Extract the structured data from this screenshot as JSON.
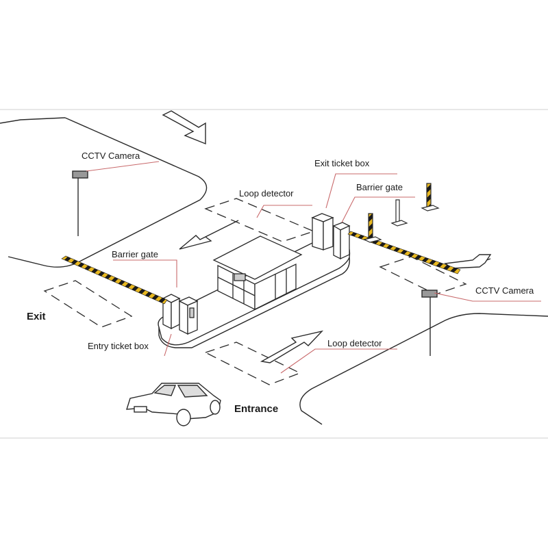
{
  "labels": {
    "cctv_camera_left": "CCTV Camera",
    "cctv_camera_right": "CCTV Camera",
    "exit_ticket_box": "Exit ticket box",
    "barrier_gate_right": "Barrier gate",
    "loop_detector_top": "Loop detector",
    "barrier_gate_left": "Barrier gate",
    "exit": "Exit",
    "entry_ticket_box": "Entry ticket box",
    "loop_detector_bottom": "Loop detector",
    "entrance": "Entrance"
  },
  "colors": {
    "line": "#2a2a2a",
    "leader": "#c8686a",
    "stripe_yellow": "#e8b820",
    "stripe_black": "#1a1a1a"
  }
}
